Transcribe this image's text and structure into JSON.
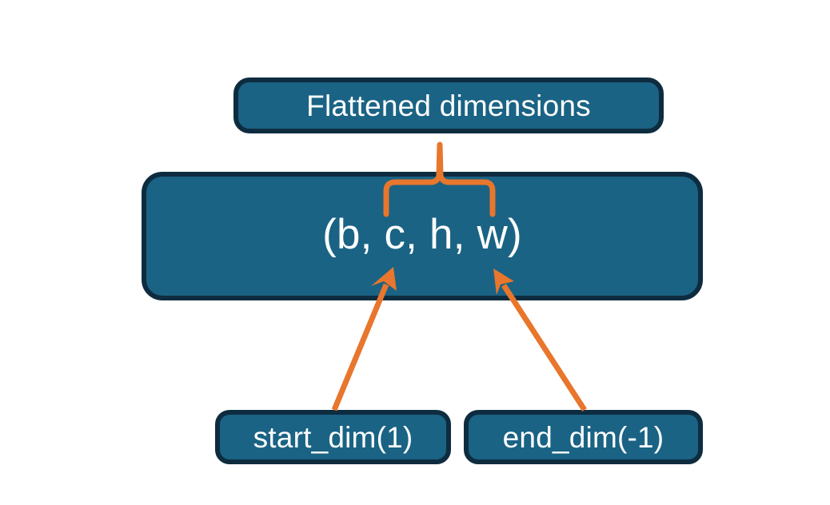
{
  "diagram": {
    "title_node": {
      "label": "Flattened dimensions",
      "name": "flattened-dimensions-box"
    },
    "shape_node": {
      "label": "(b, c, h, w)",
      "name": "tensor-shape-box"
    },
    "start_node": {
      "label": "start_dim(1)",
      "name": "start-dim-box"
    },
    "end_node": {
      "label": "end_dim(-1)",
      "name": "end-dim-box"
    },
    "connectors": {
      "brace": {
        "name": "curly-brace-connector",
        "description": "brace spanning c, h, w pointing up to Flattened dimensions"
      },
      "start_arrow": {
        "name": "start-dim-arrow",
        "description": "arrow from start_dim(1) to the c element"
      },
      "end_arrow": {
        "name": "end-dim-arrow",
        "description": "arrow from end_dim(-1) to the w element"
      }
    }
  },
  "colors": {
    "box_fill": "#1a6384",
    "box_border": "#0e2c3f",
    "accent_orange": "#e8762c",
    "text": "#ffffff",
    "background": "#ffffff"
  }
}
